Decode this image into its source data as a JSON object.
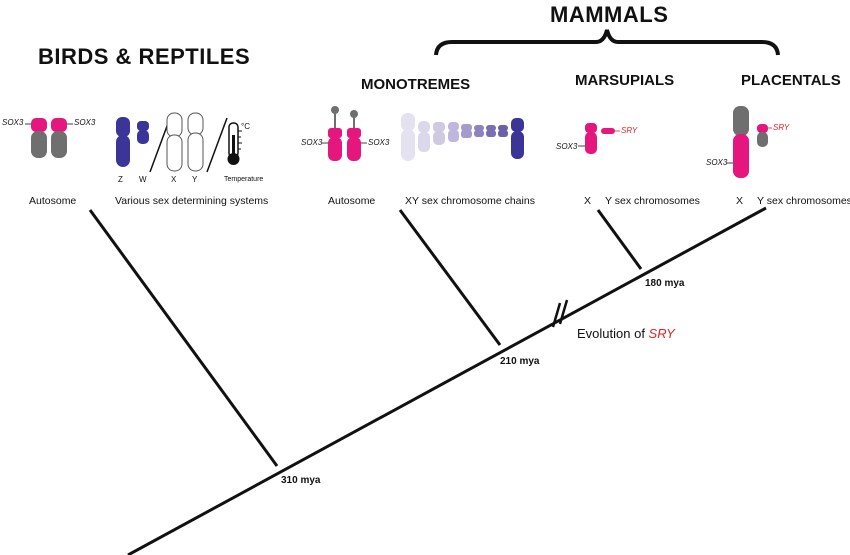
{
  "headings": {
    "birds_reptiles": "BIRDS & REPTILES",
    "mammals": "MAMMALS",
    "monotremes": "MONOTREMES",
    "marsupials": "MARSUPIALS",
    "placentals": "PLACENTALS"
  },
  "labels": {
    "autosome_birds": "Autosome",
    "various_systems": "Various sex determining systems",
    "autosome_mono": "Autosome",
    "xy_chains": "XY sex chromosome chains",
    "marsupial_x": "X",
    "marsupial_y": "Y sex chromosomes",
    "placental_x": "X",
    "placental_y": "Y sex chromosomes"
  },
  "systems": {
    "z": "Z",
    "w": "W",
    "x": "X",
    "y": "Y",
    "temperature": "Temperature",
    "degree": "°C"
  },
  "genes": {
    "sox3": "SOX3",
    "sry": "SRY"
  },
  "timeline": {
    "mya_310": "310 mya",
    "mya_210": "210 mya",
    "mya_180": "180 mya",
    "evolution_prefix": "Evolution of ",
    "evolution_gene": "SRY"
  },
  "colors": {
    "pink": "#e5177e",
    "grey": "#6f6f6f",
    "blue": "#3b3598",
    "lavender": "#c9c3e0",
    "red": "#e02424",
    "line": "#111111"
  }
}
